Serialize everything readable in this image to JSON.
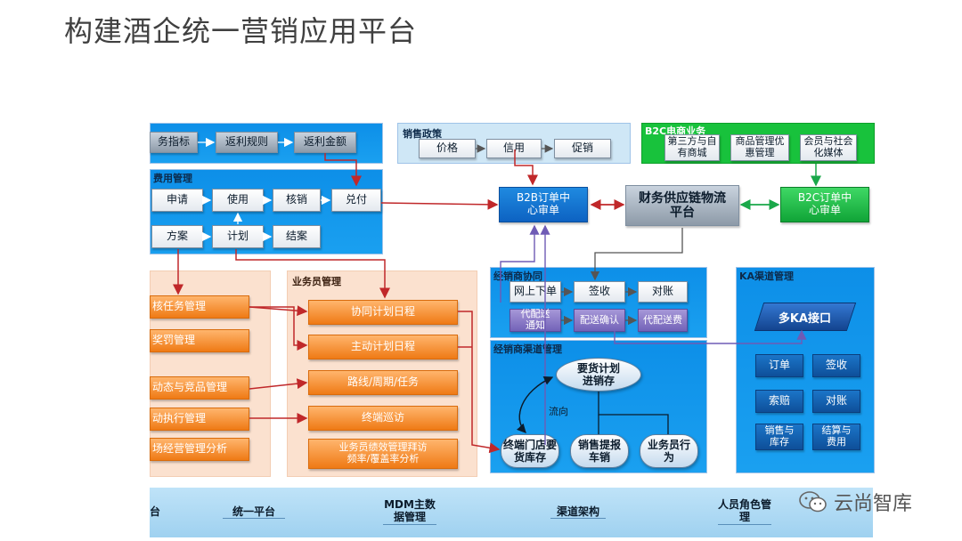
{
  "title": "构建酒企统一营销应用平台",
  "rebate": {
    "items": [
      "务指标",
      "返利规则",
      "返利金额"
    ]
  },
  "sales_policy": {
    "caption": "销售政策",
    "items": [
      "价格",
      "信用",
      "促销"
    ]
  },
  "b2c_business": {
    "caption": "B2C电商业务",
    "items": [
      "第三方与自有商城",
      "商品管理优惠管理",
      "会员与社会化媒体"
    ]
  },
  "expense": {
    "caption": "费用管理",
    "row1": [
      "申请",
      "使用",
      "核销",
      "兑付"
    ],
    "row2": [
      "方案",
      "计划",
      "结案"
    ]
  },
  "b2b_center": "B2B订单中心审单",
  "finance_platform": "财务供应链物流平台",
  "b2c_center": "B2C订单中心审单",
  "left_panel": {
    "items": [
      "核任务管理",
      "奖罚管理",
      "动态与竞品管理",
      "动执行管理",
      "场经营管理分析"
    ]
  },
  "salesman": {
    "caption": "业务员管理",
    "items": [
      "协同计划日程",
      "主动计划日程",
      "路线/周期/任务",
      "终端巡访",
      "业务员绩效管理拜访频率/覆盖率分析"
    ]
  },
  "dealer_collab": {
    "caption": "经销商协同",
    "row1": [
      "网上下单",
      "签收",
      "对账"
    ],
    "row2": [
      "代配送通知",
      "配送确认",
      "代配送费"
    ]
  },
  "dealer_channel": {
    "caption": "经销商渠道管理",
    "top": "要货计划进销存",
    "flow_label": "流向",
    "bottom": [
      "终端门店要货库存",
      "销售提报车销",
      "业务员行为"
    ]
  },
  "ka": {
    "caption": "KA渠道管理",
    "interface": "多KA接口",
    "row1": [
      "订单",
      "签收"
    ],
    "row2": [
      "索赔",
      "对账"
    ],
    "row3": [
      "销售与库存",
      "结算与费用"
    ]
  },
  "bottom_bar": {
    "items": [
      "台",
      "统一平台",
      "MDM主数据管理",
      "渠道架构",
      "人员角色管理"
    ]
  },
  "watermark": "云尚智库",
  "colors": {
    "arrow_red": "#c0282a",
    "arrow_dark": "#555555",
    "arrow_green": "#1aa84a",
    "arrow_purple": "#6f5bb5"
  }
}
